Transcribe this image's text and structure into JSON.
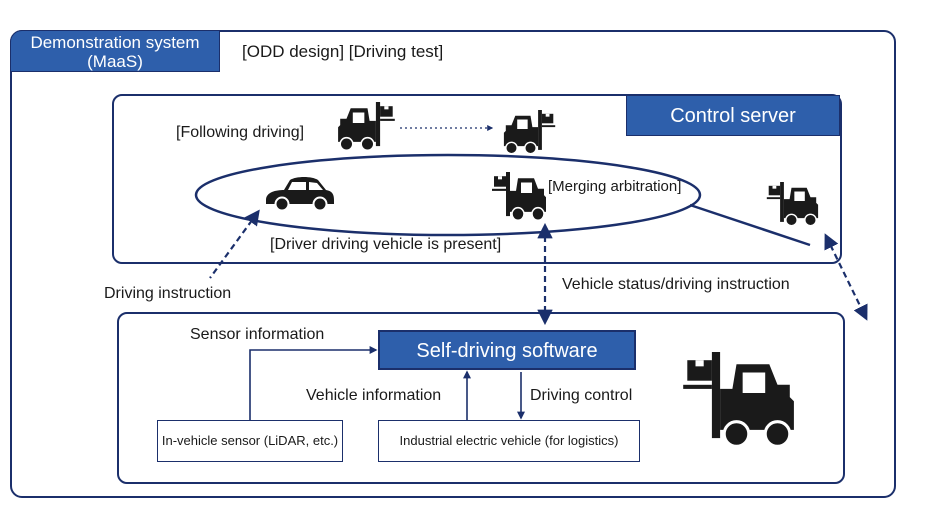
{
  "demo_system": {
    "title": "Demonstration system\n(MaaS)",
    "title_line1": "Demonstration system",
    "title_line2": "(MaaS)",
    "subtitle": "[ODD design] [Driving test]"
  },
  "control_server": {
    "title": "Control server",
    "following_driving": "[Following driving]",
    "merging_arbitration": "[Merging arbitration]",
    "driver_vehicle_present": "[Driver driving vehicle is present]"
  },
  "connections": {
    "driving_instruction": "Driving instruction",
    "vehicle_status": "Vehicle status/driving instruction"
  },
  "software": {
    "title": "Self-driving software",
    "sensor_information": "Sensor information",
    "vehicle_information": "Vehicle information",
    "driving_control": "Driving control",
    "sensor_box": "In-vehicle sensor (LiDAR, etc.)",
    "vehicle_box": "Industrial electric vehicle (for logistics)"
  },
  "icons": [
    "forklift-icon",
    "car-icon"
  ],
  "colors": {
    "primary": "#2e5fab",
    "border": "#1b2f6b",
    "icon": "#1a1a1a"
  }
}
